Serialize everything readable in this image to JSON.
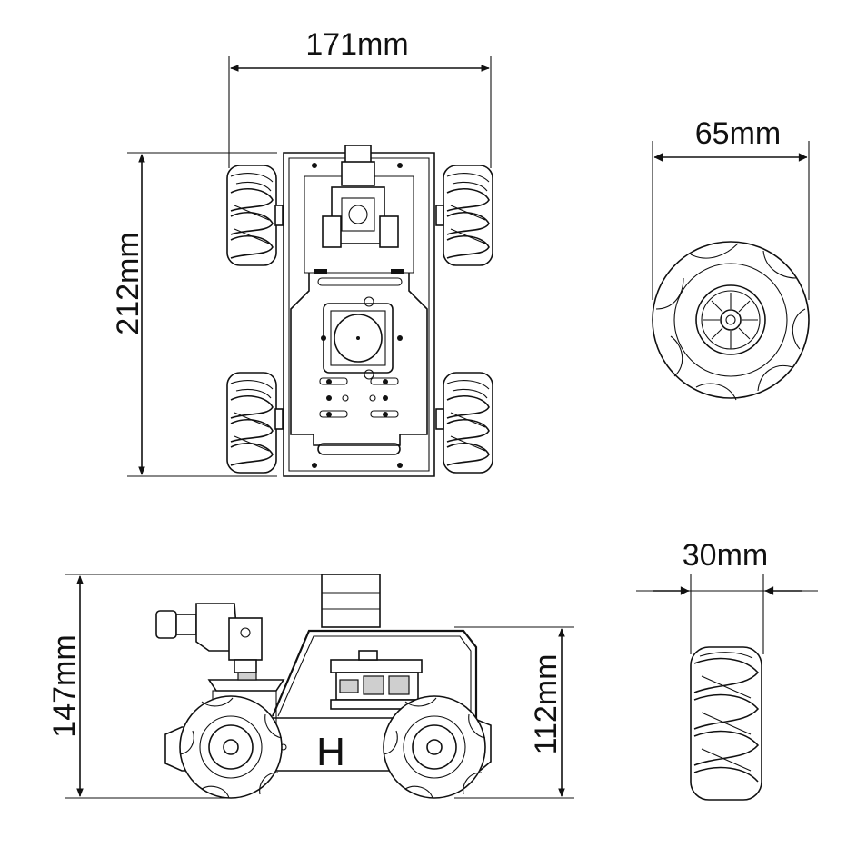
{
  "dimensions": {
    "top_width": "171mm",
    "top_length": "212mm",
    "wheel_diameter": "65mm",
    "side_height": "147mm",
    "side_body_height": "112mm",
    "wheel_width": "30mm"
  },
  "logo_letter": "H",
  "colors": {
    "line": "#111111",
    "background": "#ffffff"
  }
}
